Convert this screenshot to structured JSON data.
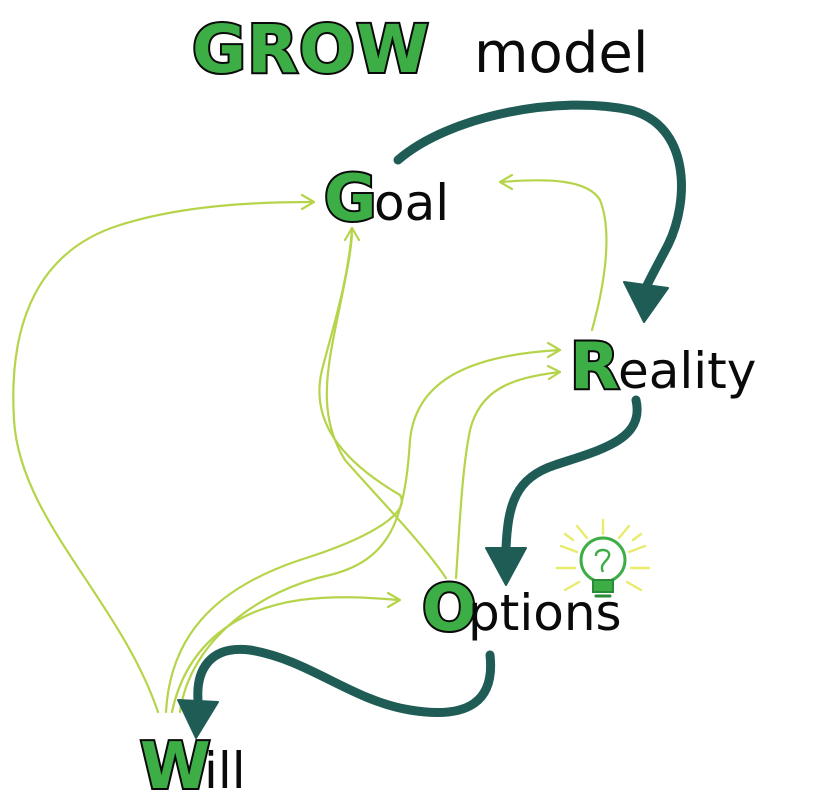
{
  "title": {
    "bold": "GROW",
    "light": "model"
  },
  "nodes": {
    "goal": {
      "initial": "G",
      "rest": "oal"
    },
    "reality": {
      "initial": "R",
      "rest": "eality"
    },
    "options": {
      "initial": "O",
      "rest": "ptions"
    },
    "will": {
      "initial": "W",
      "rest": "ill"
    }
  },
  "colors": {
    "main_arrow": "#1f5c55",
    "thin_arrow": "#b5d44a",
    "accent_green": "#3cae45",
    "ink": "#0a0a0a",
    "bulb_rays": "#e8ec6a"
  },
  "icons": {
    "idea": "lightbulb-icon"
  }
}
